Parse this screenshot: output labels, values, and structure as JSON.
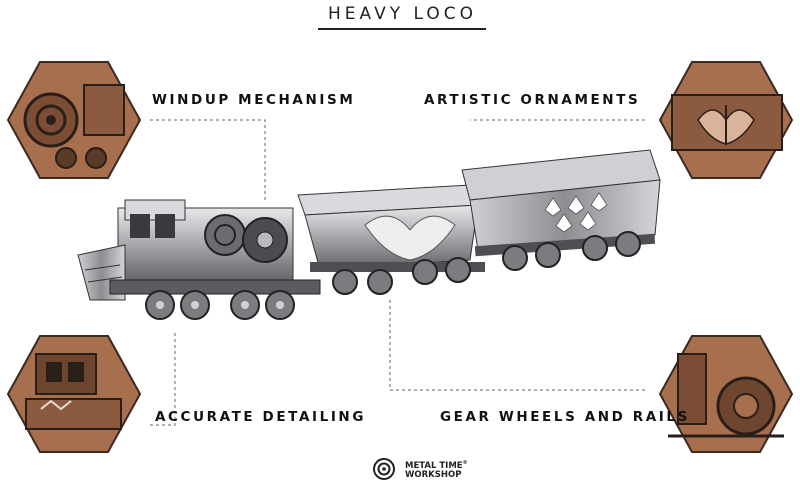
{
  "title": "HEAVY LOCO",
  "features": {
    "windup": "WINDUP MECHANISM",
    "ornaments": "ARTISTIC ORNAMENTS",
    "detailing": "ACCURATE DETAILING",
    "gears": "GEAR WHEELS AND RAILS"
  },
  "brand": {
    "line1": "METAL TIME",
    "mark": "®",
    "line2": "WORKSHOP"
  },
  "colors": {
    "copper": "#a86f4e",
    "dark": "#2a1e18",
    "steel": "#9a9ca0"
  }
}
